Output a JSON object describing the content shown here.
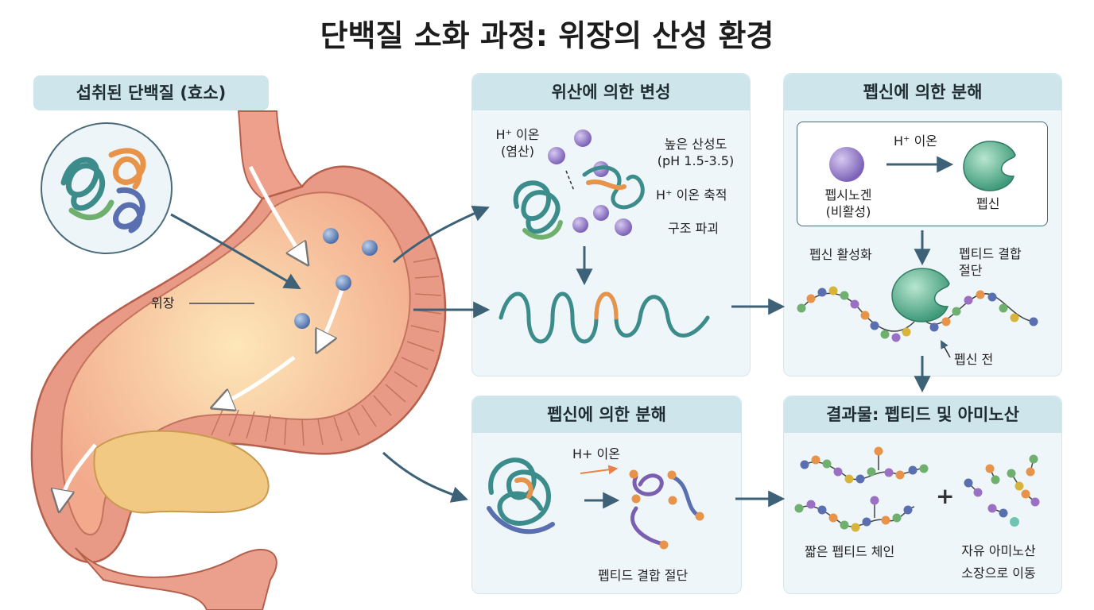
{
  "title": "단백질 소화 과정: 위장의 산성 환경",
  "ingested": {
    "label": "섭취된 단백질 (효소)"
  },
  "stomach": {
    "label": "위장"
  },
  "panel_denature": {
    "title": "위산에 의한 변성",
    "ion_label": "H⁺ 이온\n(염산)",
    "acidity": "높은 산성도\n(pH 1.5-3.5)",
    "accumulate": "H⁺ 이온 축적",
    "destroy": "구조 파괴"
  },
  "panel_pepsin_top": {
    "title": "펩신에 의한 분해",
    "pepsinogen": "펩시노겐\n(비활성)",
    "ion": "H⁺ 이온",
    "pepsin": "펩신",
    "activation": "펩신 활성화",
    "cleave": "펩티드 결합\n절단",
    "pepsin_pre": "펩신 전"
  },
  "panel_pepsin_bottom": {
    "title": "펩신에 의한 분해",
    "ion": "H+ 이온",
    "cleave": "펩티드 결합 절단"
  },
  "panel_result": {
    "title": "결과물: 펩티드 및 아미노산",
    "plus": "+",
    "short_chain": "짧은 펩티드 체인",
    "free_amino": "자유 아미노산\n소장으로 이동"
  },
  "colors": {
    "panel_bg": "#eef6f9",
    "panel_head": "#cfe5ec",
    "arrow": "#3d6278",
    "ion": "#8f78c4",
    "pepsin": "#6fbf9c",
    "stomach_outer": "#e99a86",
    "stomach_inner": "#f6c9a6"
  }
}
